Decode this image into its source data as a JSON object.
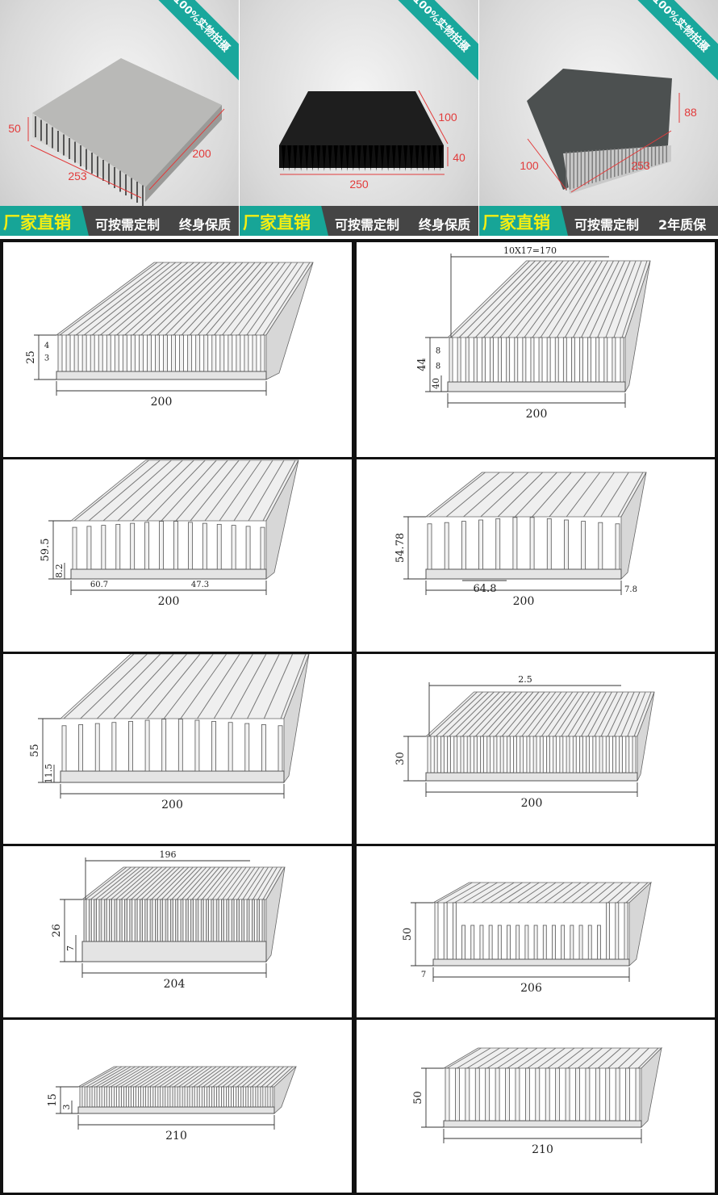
{
  "top_photos": [
    {
      "ribbon": "100%实物拍摄",
      "finish": "silver",
      "dims": {
        "height": "50",
        "depth": "200",
        "width": "253"
      },
      "banner": {
        "slogan": "厂家直销",
        "tag1": "可按需定制",
        "tag2": "终身保质"
      }
    },
    {
      "ribbon": "100%实物拍摄",
      "finish": "black",
      "dims": {
        "depth": "100",
        "height": "40",
        "width": "250"
      },
      "banner": {
        "slogan": "厂家直销",
        "tag1": "可按需定制",
        "tag2": "终身保质"
      }
    },
    {
      "ribbon": "100%实物拍摄",
      "finish": "dark-grey",
      "dims": {
        "height": "88",
        "depth": "100",
        "width": "253"
      },
      "banner": {
        "slogan": "厂家直销",
        "tag1": "可按需定制",
        "tag2": "2年质保"
      }
    }
  ],
  "colors": {
    "teal": "#17a597",
    "slogan_yellow": "#f4ee12",
    "banner_dark": "#454545",
    "dimension_red": "#e23b3b"
  },
  "drawings": [
    {
      "width": "200",
      "height": "25",
      "extra": [
        "3",
        "4"
      ]
    },
    {
      "width": "200",
      "height": "44",
      "height2": "40",
      "top": "10X17=170",
      "extra": [
        "8",
        "8"
      ]
    },
    {
      "width": "200",
      "height": "59.5",
      "height2": "8.2",
      "extra": [
        "60.7",
        "47.3"
      ]
    },
    {
      "width": "200",
      "height": "54.78",
      "top_inner": "64.8",
      "extra": [
        "7.8"
      ]
    },
    {
      "width": "200",
      "height": "55",
      "height2": "11.5"
    },
    {
      "width": "200",
      "height": "30",
      "top": "2.5"
    },
    {
      "width": "204",
      "height": "26",
      "height2": "7",
      "top": "196"
    },
    {
      "width": "206",
      "height": "50",
      "extra": [
        "7"
      ]
    },
    {
      "width": "210",
      "height": "15",
      "height2": "3"
    },
    {
      "width": "210",
      "height": "50"
    }
  ]
}
